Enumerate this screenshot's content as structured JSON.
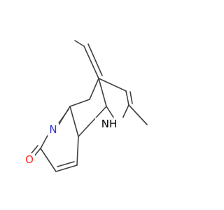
{
  "molecule": {
    "atom_labels": {
      "nitrogen_ring": "N",
      "oxygen": "O",
      "amine": "NH",
      "amine_h": "NH"
    },
    "colors": {
      "bond": "#404040",
      "nitrogen": "#3333cc",
      "oxygen": "#ff2a2a",
      "amine": "#000000",
      "background": "#ffffff"
    }
  }
}
